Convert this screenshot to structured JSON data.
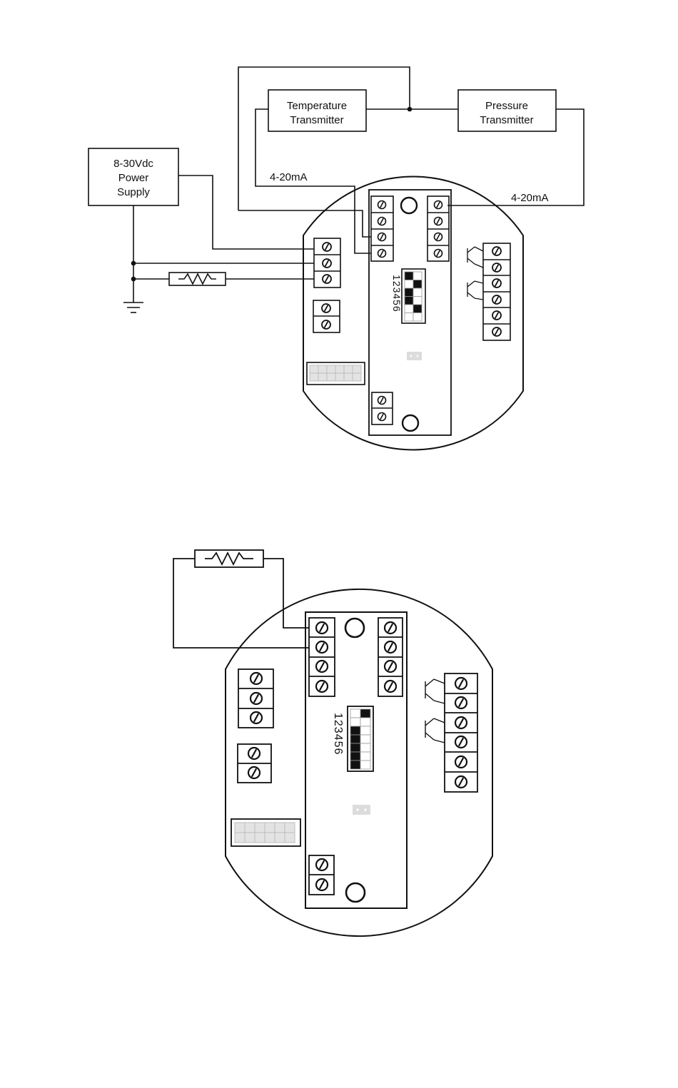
{
  "diagram_top": {
    "power_supply": {
      "lines": [
        "8-30Vdc",
        "Power",
        "Supply"
      ]
    },
    "temperature_transmitter": {
      "lines": [
        "Temperature",
        "Transmitter"
      ]
    },
    "pressure_transmitter": {
      "lines": [
        "Pressure",
        "Transmitter"
      ]
    },
    "signal_label_left": "4-20mA",
    "signal_label_right": "4-20mA",
    "dip_numbers": "123456",
    "dip_states": [
      [
        true,
        false
      ],
      [
        false,
        true
      ],
      [
        true,
        false
      ],
      [
        true,
        false
      ],
      [
        false,
        true
      ],
      [
        false,
        false
      ]
    ]
  },
  "diagram_bottom": {
    "dip_numbers": "123456",
    "dip_states": [
      [
        false,
        true
      ],
      [
        false,
        false
      ],
      [
        true,
        false
      ],
      [
        true,
        false
      ],
      [
        true,
        false
      ],
      [
        true,
        false
      ],
      [
        true,
        false
      ]
    ]
  },
  "colors": {
    "line": "#111111",
    "connector": "#cfcfcf",
    "background": "#ffffff"
  }
}
